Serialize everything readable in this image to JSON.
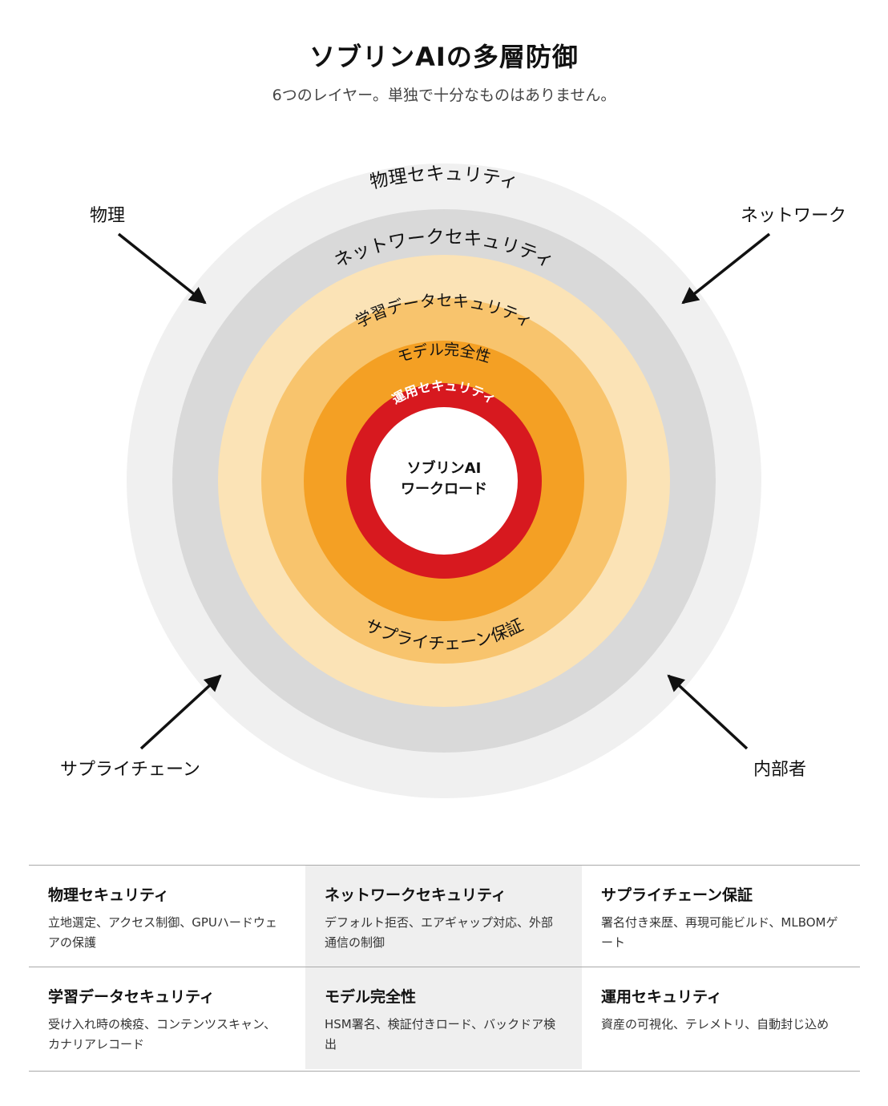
{
  "title": "ソブリンAIの多層防御",
  "subtitle": "6つのレイヤー。単独で十分なものはありません。",
  "colors": {
    "physical": "#f0f0f0",
    "network": "#d9d9d9",
    "supply_chain": "#fbe3b6",
    "training_data": "#f8c46d",
    "model_integrity": "#f4a024",
    "operational": "#d7191f",
    "arrow": "#111111"
  },
  "rings": {
    "physical": "物理セキュリティ",
    "network": "ネットワークセキュリティ",
    "training_data": "学習データセキュリティ",
    "model_integrity": "モデル完全性",
    "operational": "運用セキュリティ",
    "supply_chain": "サプライチェーン保証"
  },
  "core": {
    "line1": "ソブリンAI",
    "line2": "ワークロード"
  },
  "threats": {
    "physical": "物理",
    "network": "ネットワーク",
    "supply_chain": "サプライチェーン",
    "insider": "内部者"
  },
  "layers": [
    {
      "title": "物理セキュリティ",
      "desc": "立地選定、アクセス制御、GPUハードウェアの保護"
    },
    {
      "title": "ネットワークセキュリティ",
      "desc": "デフォルト拒否、エアギャップ対応、外部通信の制御"
    },
    {
      "title": "サプライチェーン保証",
      "desc": "署名付き来歴、再現可能ビルド、MLBOMゲート"
    },
    {
      "title": "学習データセキュリティ",
      "desc": "受け入れ時の検疫、コンテンツスキャン、カナリアレコード"
    },
    {
      "title": "モデル完全性",
      "desc": "HSM署名、検証付きロード、バックドア検出"
    },
    {
      "title": "運用セキュリティ",
      "desc": "資産の可視化、テレメトリ、自動封じ込め"
    }
  ]
}
